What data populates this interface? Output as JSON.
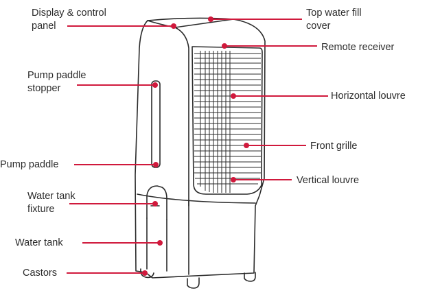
{
  "colors": {
    "accent": "#d0193c",
    "outline": "#2a2a2a",
    "text": "#2b2b2b",
    "background": "#ffffff"
  },
  "labels": {
    "display_control_panel": [
      "Display & control",
      "panel"
    ],
    "top_water_fill_cover": [
      "Top water fill",
      "cover"
    ],
    "remote_receiver": [
      "Remote receiver"
    ],
    "pump_paddle_stopper": [
      "Pump paddle",
      "stopper"
    ],
    "horizontal_louvre": [
      "Horizontal louvre"
    ],
    "front_grille": [
      "Front grille"
    ],
    "pump_paddle": [
      "Pump paddle"
    ],
    "vertical_louvre": [
      "Vertical louvre"
    ],
    "water_tank_fixture": [
      "Water tank",
      "fixture"
    ],
    "water_tank": [
      "Water tank"
    ],
    "castors": [
      "Castors"
    ]
  }
}
